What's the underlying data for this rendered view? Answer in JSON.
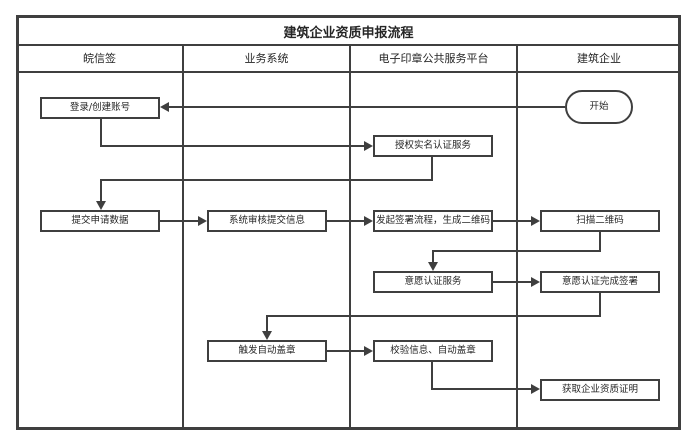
{
  "title": "建筑企业资质申报流程",
  "lanes": [
    {
      "label": "皖信签"
    },
    {
      "label": "业务系统"
    },
    {
      "label": "电子印章公共服务平台"
    },
    {
      "label": "建筑企业"
    }
  ],
  "nodes": {
    "start": {
      "label": "开始",
      "shape": "stadium",
      "lane": "建筑企业"
    },
    "login": {
      "label": "登录/创建账号",
      "shape": "rect",
      "lane": "皖信签"
    },
    "authorize": {
      "label": "授权实名认证服务",
      "shape": "rect",
      "lane": "电子印章公共服务平台"
    },
    "submit": {
      "label": "提交申请数据",
      "shape": "rect",
      "lane": "皖信签"
    },
    "review": {
      "label": "系统审核提交信息",
      "shape": "rect",
      "lane": "业务系统"
    },
    "initiate": {
      "label": "发起签署流程，生成二维码",
      "shape": "rect",
      "lane": "电子印章公共服务平台"
    },
    "scan": {
      "label": "扫描二维码",
      "shape": "rect",
      "lane": "建筑企业"
    },
    "willingness": {
      "label": "意愿认证服务",
      "shape": "rect",
      "lane": "电子印章公共服务平台"
    },
    "willingness_done": {
      "label": "意愿认证完成签署",
      "shape": "rect",
      "lane": "建筑企业"
    },
    "trigger": {
      "label": "触发自动盖章",
      "shape": "rect",
      "lane": "业务系统"
    },
    "verify": {
      "label": "校验信息、自动盖章",
      "shape": "rect",
      "lane": "电子印章公共服务平台"
    },
    "obtain": {
      "label": "获取企业资质证明",
      "shape": "rect",
      "lane": "建筑企业"
    }
  },
  "edges": [
    {
      "from": "start",
      "to": "login"
    },
    {
      "from": "login",
      "to": "authorize"
    },
    {
      "from": "authorize",
      "to": "submit"
    },
    {
      "from": "submit",
      "to": "review"
    },
    {
      "from": "review",
      "to": "initiate"
    },
    {
      "from": "initiate",
      "to": "scan"
    },
    {
      "from": "scan",
      "to": "willingness"
    },
    {
      "from": "willingness",
      "to": "willingness_done"
    },
    {
      "from": "willingness_done",
      "to": "trigger"
    },
    {
      "from": "trigger",
      "to": "verify"
    },
    {
      "from": "verify",
      "to": "obtain"
    }
  ],
  "colors": {
    "line": "#3f3f3f",
    "text": "#262626",
    "node_bg": "#ffffff",
    "page_bg": "#ffffff"
  }
}
